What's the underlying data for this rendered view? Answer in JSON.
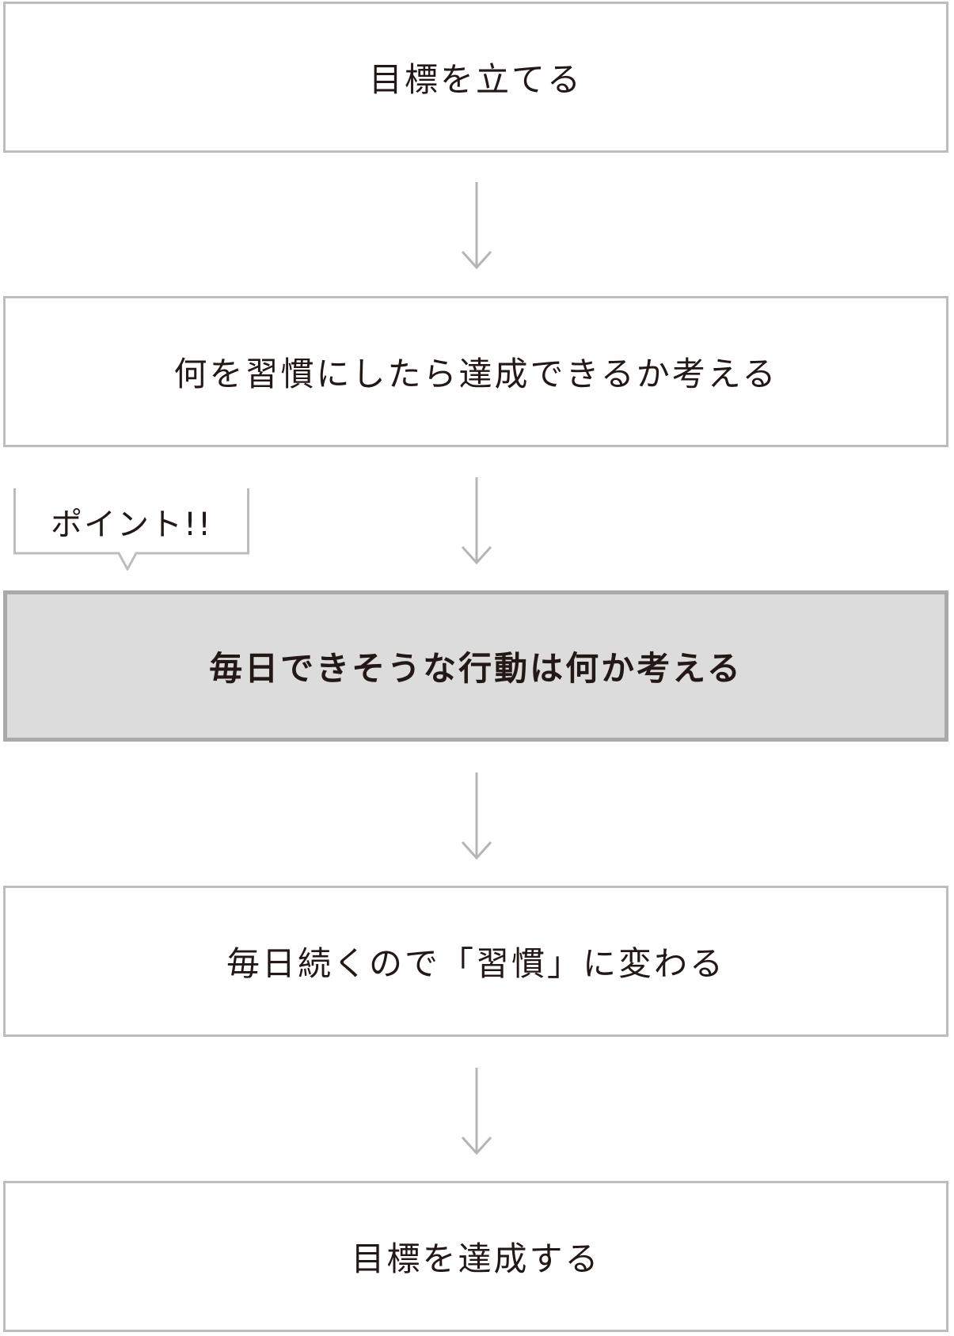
{
  "flow": {
    "steps": [
      {
        "label": "目標を立てる",
        "highlighted": false
      },
      {
        "label": "何を習慣にしたら達成できるか考える",
        "highlighted": false
      },
      {
        "label": "毎日できそうな行動は何か考える",
        "highlighted": true
      },
      {
        "label": "毎日続くので「習慣」に変わる",
        "highlighted": false
      },
      {
        "label": "目標を達成する",
        "highlighted": false
      }
    ],
    "callout": {
      "label": "ポイント!!"
    }
  },
  "colors": {
    "border": "#bdbdbd",
    "highlight_fill": "#dcdcdc",
    "highlight_border": "#a9a9a9",
    "arrow": "#b5b5b5",
    "text": "#231815"
  }
}
